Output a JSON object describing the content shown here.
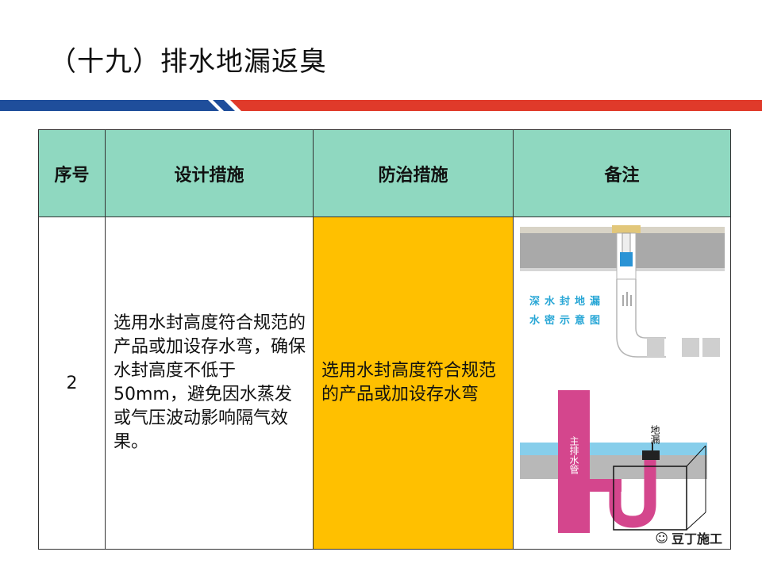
{
  "title": "（十九）排水地漏返臭",
  "table": {
    "headers": [
      "序号",
      "设计措施",
      "防治措施",
      "备注"
    ],
    "row": {
      "number": "2",
      "design": "选用水封高度符合规范的产品或加设存水弯，确保水封高度不低于50mm，避免因水蒸发或气压波动影响隔气效果。",
      "prevention": "选用水封高度符合规范的产品或加设存水弯"
    }
  },
  "diagram1": {
    "caption_line1": "深水封地漏",
    "caption_line2": "水密示意图"
  },
  "diagram2": {
    "label_drain": "地漏",
    "label_pipe": "主排水管"
  },
  "watermark": "豆丁施工",
  "colors": {
    "header_bg": "#8fd8c0",
    "prevent_bg": "#ffc000",
    "band_blue": "#1f4e9b",
    "band_red": "#e03a2a"
  }
}
